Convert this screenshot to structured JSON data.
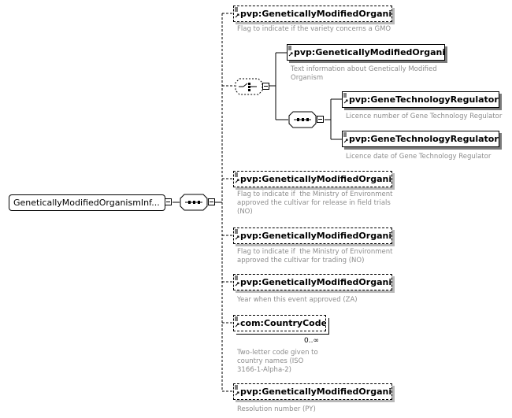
{
  "root": {
    "label": "GeneticallyModifiedOrganismInf..."
  },
  "nodes": [
    {
      "label": "pvp:GeneticallyModifiedOrganis...",
      "desc": "Flag to indicate if the variety concerns a GMO"
    },
    {
      "label": "pvp:GeneticallyModifiedOrganis...",
      "desc": "Text information about Genetically Modified\nOrganism"
    },
    {
      "label": "pvp:GeneTechnologyRegulatorL...",
      "desc": "Licence number of Gene Technology Regulator"
    },
    {
      "label": "pvp:GeneTechnologyRegulatorL...",
      "desc": "Licence date of Gene Technology Regulator"
    },
    {
      "label": "pvp:GeneticallyModifiedOrganis...",
      "desc": "Flag to indicate if  the Ministry of Environment\napproved the cultivar for release in field trials\n(NO)"
    },
    {
      "label": "pvp:GeneticallyModifiedOrganis...",
      "desc": "Flag to indicate if  the Ministry of Environment\napproved the cultivar for trading (NO)"
    },
    {
      "label": "pvp:GeneticallyModifiedOrganis...",
      "desc": "Year when this event approved (ZA)"
    },
    {
      "label": "com:CountryCode",
      "desc": "Two-letter code given to\ncountry names (ISO\n3166-1-Alpha-2)",
      "multiplicity": "0..∞"
    },
    {
      "label": "pvp:GeneticallyModifiedOrganis...",
      "desc": "Resolution number (PY)"
    }
  ]
}
